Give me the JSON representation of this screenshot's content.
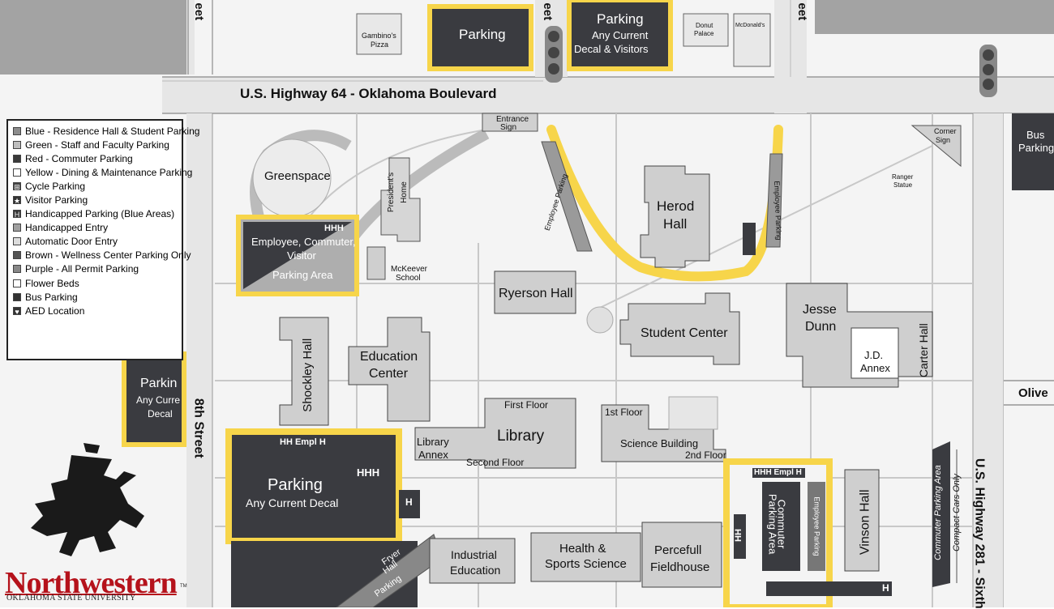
{
  "map": {
    "highway_top": "U.S. Highway 64 - Oklahoma Boulevard",
    "highway_right": "U.S. Highway 281 - Sixth",
    "street_left": "8th Street",
    "street_top_left_cut": "eet",
    "street_top_mid_cut": "eet",
    "street_top_right_cut": "eet",
    "olive": "Olive",
    "top_parking_left": "Parking",
    "top_parking_mid": [
      "Parking",
      "Any Current",
      "Decal & Visitors"
    ],
    "gambinos": [
      "Gambino's",
      "Pizza"
    ],
    "donut": [
      "Donut",
      "Palace"
    ],
    "mcdonalds": "McDonald's",
    "entrance_sign": [
      "Entrance",
      "Sign"
    ],
    "corner_sign": [
      "Corner",
      "Sign"
    ],
    "ranger_statue": [
      "Ranger",
      "Statue"
    ],
    "bus_parking": [
      "Bus",
      "Parking"
    ],
    "greenspace": "Greenspace",
    "presidents_home": [
      "President's",
      "Home"
    ],
    "employee_commuter": [
      "Employee, Commuter,",
      "Visitor",
      "Parking Area"
    ],
    "hhh": "HHH",
    "mckeever": [
      "McKeever",
      "School"
    ],
    "herod": [
      "Herod",
      "Hall"
    ],
    "employee_parking": "Employee Parking",
    "ryerson": "Ryerson Hall",
    "student_center": "Student Center",
    "jesse_dunn": [
      "Jesse",
      "Dunn"
    ],
    "jd_annex": [
      "J.D.",
      "Annex"
    ],
    "carter": "Carter Hall",
    "shockley": "Shockley Hall",
    "education_center": [
      "Education",
      "Center"
    ],
    "first_floor": "First Floor",
    "library": "Library",
    "library_annex": [
      "Library",
      "Annex"
    ],
    "second_floor": "Second Floor",
    "first_floor_sci": "1st Floor",
    "science_building": "Science Building",
    "second_floor_sci": "2nd Floor",
    "left_parking": [
      "Parkin",
      "Any Curre",
      "Decal"
    ],
    "main_parking": [
      "Parking",
      "Any Current Decal"
    ],
    "hh_empl": "HH Empl H",
    "hhh_empl": "HHH Empl H",
    "fryer_hall": [
      "Fryer",
      "Hall"
    ],
    "parking_word": "Parking",
    "industrial_education": [
      "Industrial",
      "Education"
    ],
    "health_sports": [
      "Health &",
      "Sports Science"
    ],
    "percefull": [
      "Percefull",
      "Fieldhouse"
    ],
    "commuter_parking": [
      "Commuter",
      "Parking Area"
    ],
    "vinson": "Vinson Hall",
    "commuter_compact": [
      "Commuter Parking Area",
      "Compact Cars Only"
    ],
    "h": "H",
    "hh": "HH"
  },
  "legend": {
    "items": [
      {
        "label": "Blue - Residence Hall & Student Parking",
        "color": "#8c8c8c",
        "icon": ""
      },
      {
        "label": "Green - Staff and Faculty Parking",
        "color": "#bdbdbd",
        "icon": ""
      },
      {
        "label": "Red - Commuter Parking",
        "color": "#3a3a3a",
        "icon": ""
      },
      {
        "label": "Yellow - Dining & Maintenance Parking",
        "color": "#ffffff",
        "icon": ""
      },
      {
        "label": "Cycle Parking",
        "color": "#444444",
        "icon": "cycle-icon"
      },
      {
        "label": "Visitor Parking",
        "color": "#333333",
        "icon": "star-icon"
      },
      {
        "label": "Handicapped Parking (Blue Areas)",
        "color": "#333333",
        "icon": "handicap-icon"
      },
      {
        "label": "Handicapped Entry",
        "color": "#a0a0a0",
        "icon": ""
      },
      {
        "label": "Automatic Door Entry",
        "color": "#dddddd",
        "icon": ""
      },
      {
        "label": "Brown - Wellness Center Parking Only",
        "color": "#555555",
        "icon": ""
      },
      {
        "label": "Purple - All Permit Parking",
        "color": "#888888",
        "icon": ""
      },
      {
        "label": "Flower Beds",
        "color": "#ffffff",
        "icon": ""
      },
      {
        "label": "Bus Parking",
        "color": "#333333",
        "icon": ""
      },
      {
        "label": "AED Location",
        "color": "#333333",
        "icon": "aed-icon"
      }
    ]
  },
  "logo": {
    "name": "Northwestern",
    "subtitle": "OKLAHOMA STATE UNIVERSITY",
    "tm": "TM"
  },
  "colors": {
    "highlight": "#f7d54a",
    "dark_lot": "#3a3b40",
    "building": "#cfcfcf",
    "road": "#e9e9e9"
  }
}
